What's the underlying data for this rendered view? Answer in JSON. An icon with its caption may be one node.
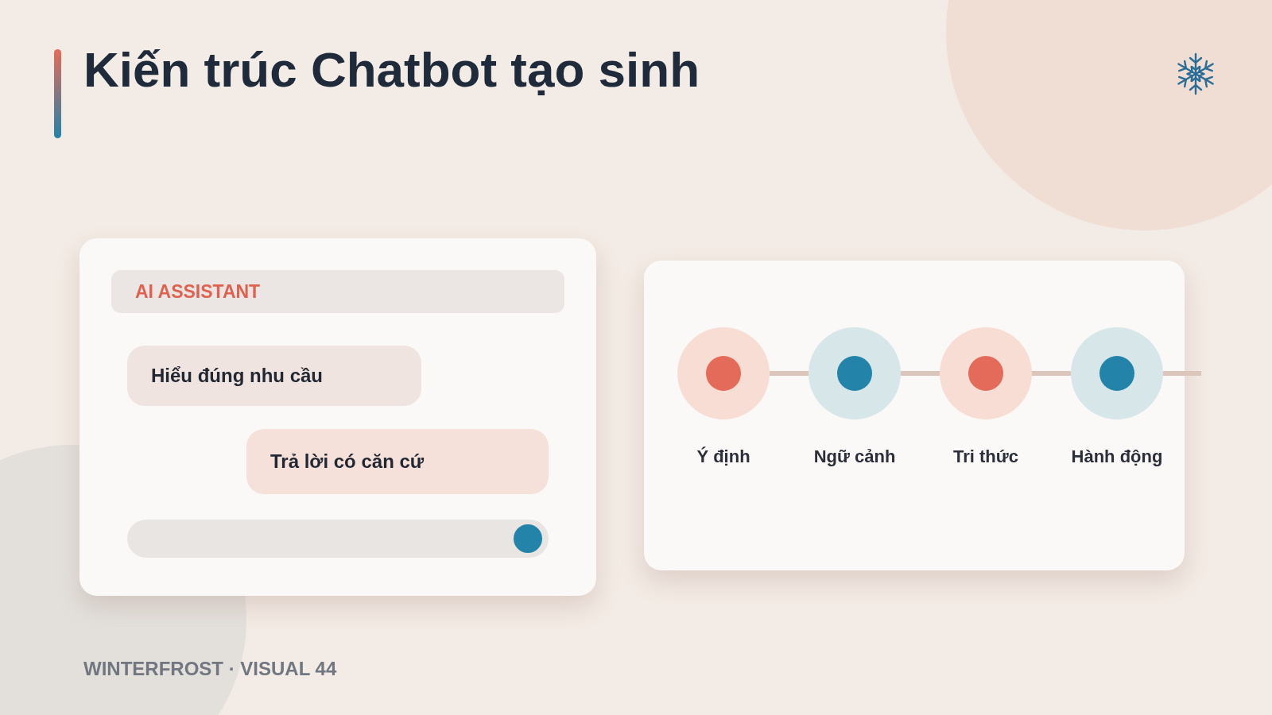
{
  "diagram": {
    "title": "Kiến trúc Chatbot tạo sinh",
    "nodes": [
      {
        "text": [],
        "shape": "box"
      },
      {
        "text": [
          "AI ASSISTANT"
        ],
        "in": 0
      },
      {
        "text": [
          "Hiểu đúng nhu cầu"
        ],
        "in": 0
      },
      {
        "text": [
          "Trả lời có căn cứ"
        ],
        "in": 0
      },
      {
        "text": [],
        "shape": "box"
      },
      {
        "text": [
          "Ý định"
        ],
        "in": 4
      },
      {
        "text": [
          "Ngữ cảnh"
        ],
        "in": 4
      },
      {
        "text": [
          "Tri thức"
        ],
        "in": 4
      },
      {
        "text": [
          "Hành động"
        ],
        "in": 4
      }
    ],
    "edges": [
      {
        "from": 5,
        "to": 6,
        "arrow": "none"
      },
      {
        "from": 6,
        "to": 7,
        "arrow": "none"
      },
      {
        "from": 7,
        "to": 8,
        "arrow": "none"
      },
      {
        "from": 8,
        "to": null,
        "arrow": "none"
      }
    ],
    "labels": [
      "WINTERFROST · VISUAL 44"
    ]
  }
}
